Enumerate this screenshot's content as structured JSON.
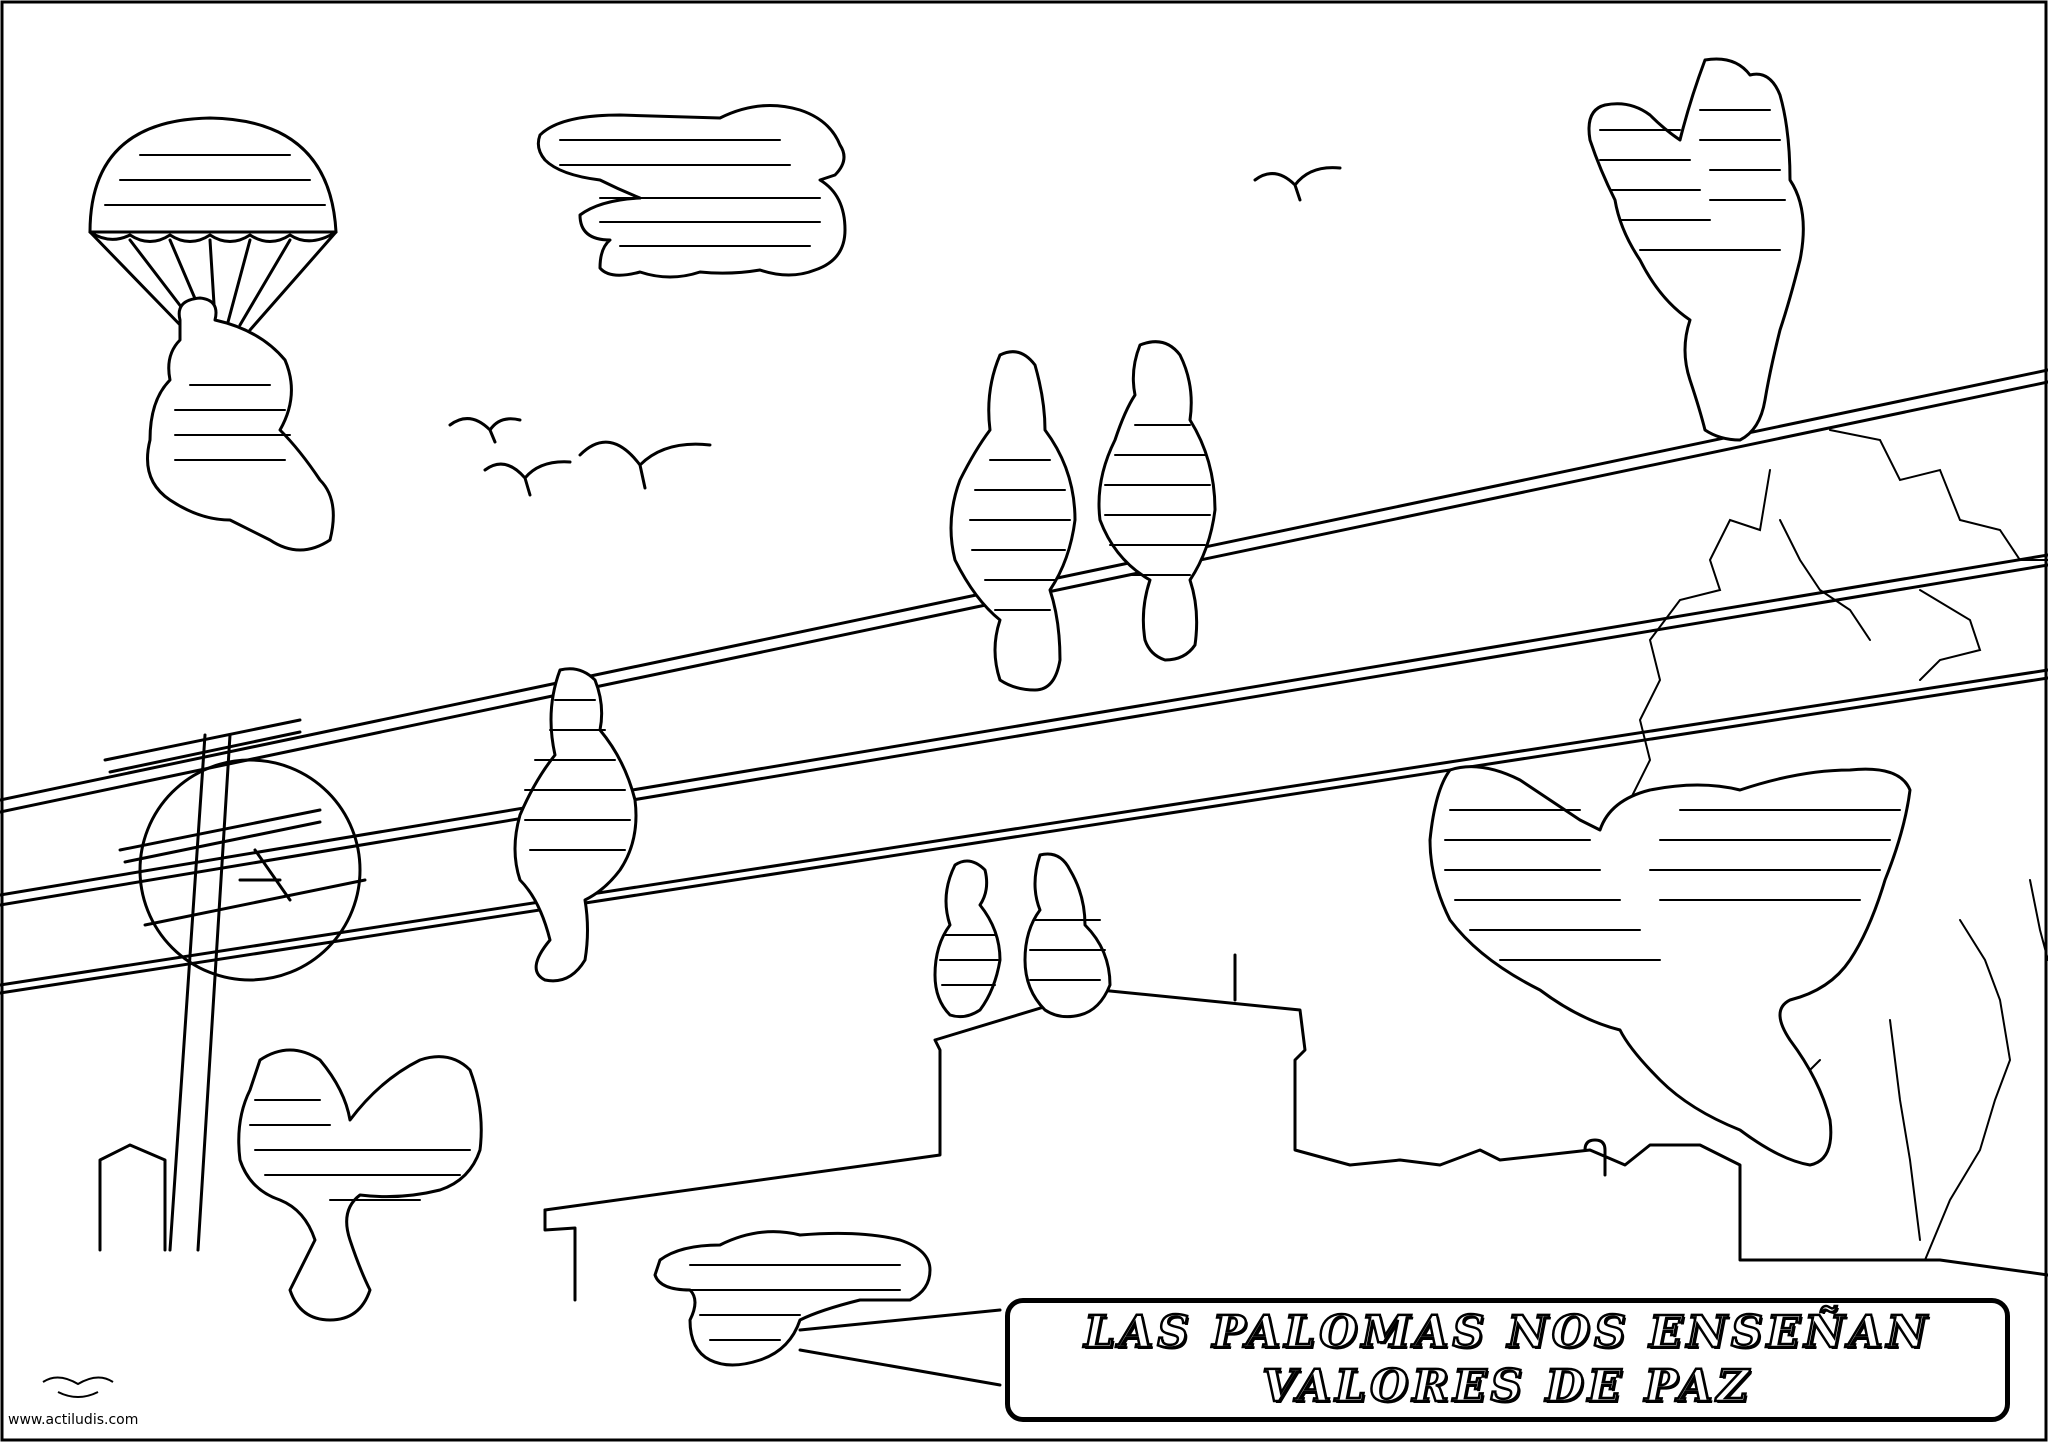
{
  "title": {
    "line1": "LAS PALOMAS NOS ENSEÑAN",
    "line2": "VALORES DE PAZ"
  },
  "website": "www.actiludis.com",
  "colors": {
    "line": "#000000",
    "background": "#ffffff"
  },
  "icons": [
    "dove-icon",
    "parachute-icon",
    "seagull-icon",
    "utility-pole-icon",
    "tree-icon",
    "house-icon"
  ]
}
